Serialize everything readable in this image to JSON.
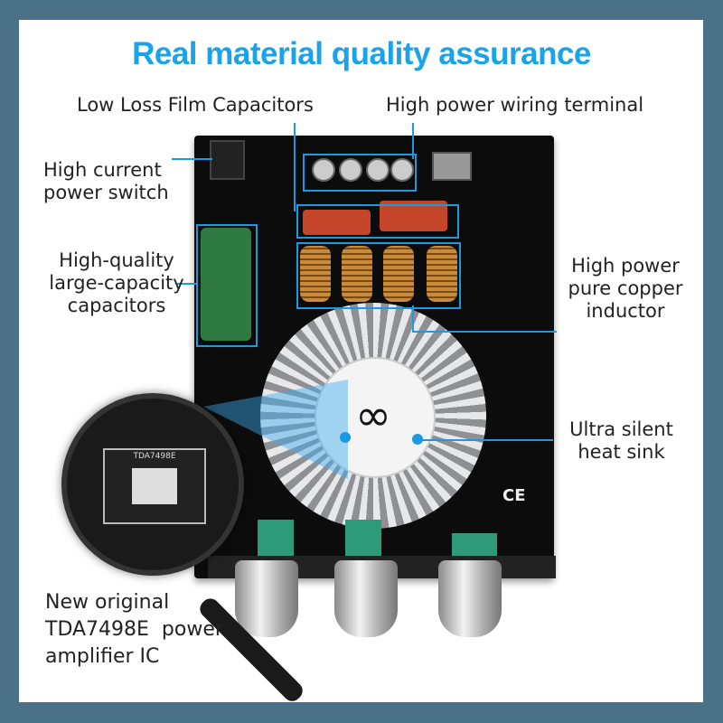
{
  "title": "Real material quality assurance",
  "labels": {
    "film_capacitors": "Low Loss Film Capacitors",
    "wiring_terminal": "High power wiring terminal",
    "power_switch": [
      "High current",
      "power switch"
    ],
    "capacitors": [
      "High-quality",
      "large-capacity",
      "capacitors"
    ],
    "inductor": [
      "High power",
      "pure copper",
      "inductor"
    ],
    "heat_sink": [
      "Ultra silent",
      "heat sink"
    ],
    "ic": [
      "New original",
      "TDA7498E  power",
      "amplifier IC"
    ]
  },
  "board": {
    "chip_marking": "TDA7498E",
    "ce_mark": "CE"
  },
  "colors": {
    "accent": "#1aa3e8",
    "frame": "#4b7189",
    "text": "#222222"
  }
}
